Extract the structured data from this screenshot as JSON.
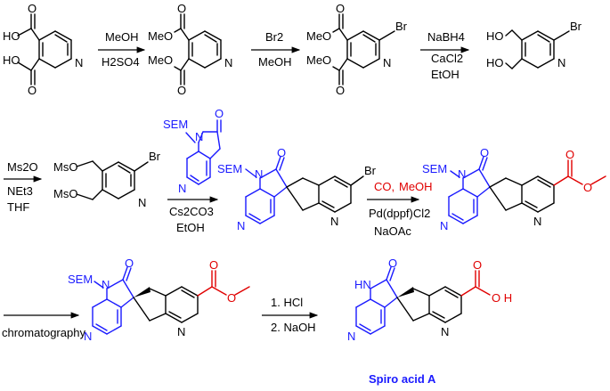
{
  "colors": {
    "black": "#000000",
    "blue": "#1a1aff",
    "red": "#e00000"
  },
  "atoms": {
    "O": "O",
    "H": "H",
    "N": "N",
    "Br": "Br",
    "OH": "OH",
    "HO": "HO",
    "MeO": "MeO",
    "MsO": "MsO",
    "SEM": "SEM",
    "HN": "HN",
    "O_H": "O H"
  },
  "steps": {
    "step1": {
      "line1": "MeOH",
      "line2": "H2SO4"
    },
    "step2": {
      "line1": "Br2",
      "line2": "MeOH"
    },
    "step3": {
      "line1": "NaBH4",
      "line2": "CaCl2",
      "line3": "EtOH"
    },
    "step4": {
      "line1": "Ms2O",
      "line2": "NEt3",
      "line3": "THF"
    },
    "step5": {
      "line1": "Cs2CO3",
      "line2": "EtOH"
    },
    "step6": {
      "line1a": "CO,",
      "line1b": "MeOH",
      "line2": "Pd(dppf)Cl2",
      "line3": "NaOAc"
    },
    "step7": {
      "line1": "chromatography"
    },
    "step8": {
      "line1": "1. HCl",
      "line2": "2. NaOH"
    }
  },
  "product_label": "Spiro acid A"
}
